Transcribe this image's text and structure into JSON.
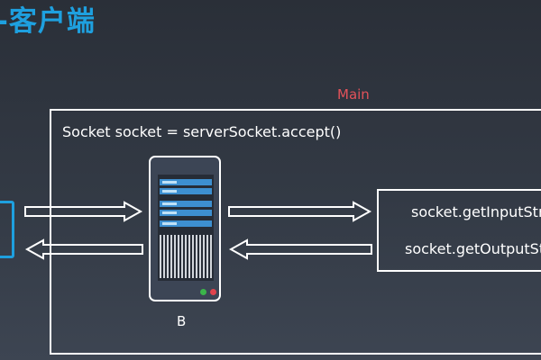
{
  "slide": {
    "title": "-客户端"
  },
  "main": {
    "label": "Main",
    "accept_code": "Socket socket = serverSocket.accept()"
  },
  "server": {
    "label": "B",
    "led_colors": [
      "#3bb54a",
      "#e0434d"
    ]
  },
  "streams": {
    "input": "socket.getInputStr",
    "output": "socket.getOutputSt"
  },
  "colors": {
    "accent": "#1ea0df",
    "main_label": "#e2525a",
    "line": "#ffffff"
  }
}
